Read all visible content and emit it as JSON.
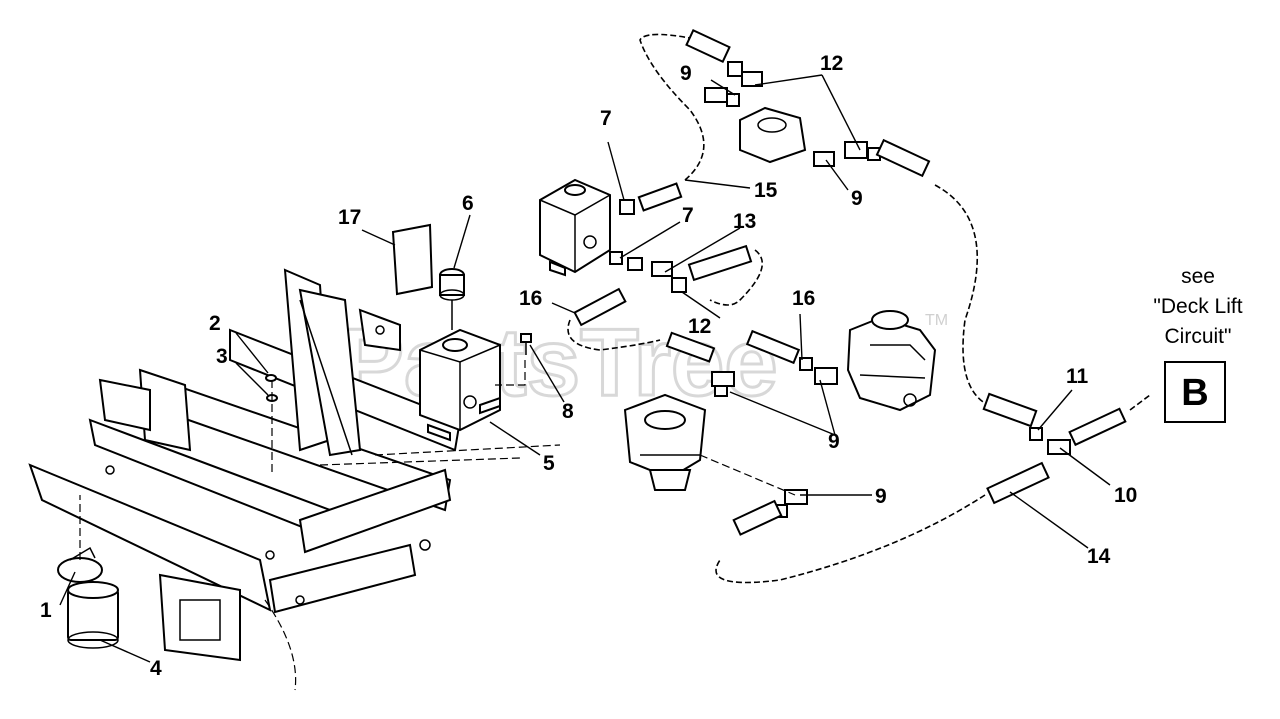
{
  "watermark": {
    "text": "PartsTree",
    "tm": "TM"
  },
  "callouts": {
    "c1": "1",
    "c2": "2",
    "c3": "3",
    "c4": "4",
    "c5": "5",
    "c6": "6",
    "c7a": "7",
    "c7b": "7",
    "c8": "8",
    "c9a": "9",
    "c9b": "9",
    "c9c": "9",
    "c9d": "9",
    "c10": "10",
    "c11": "11",
    "c12a": "12",
    "c12b": "12",
    "c13": "13",
    "c14": "14",
    "c15": "15",
    "c16a": "16",
    "c16b": "16",
    "c17": "17"
  },
  "reference_note": {
    "line1": "see",
    "line2": "\"Deck Lift",
    "line3": "Circuit\"",
    "box_letter": "B"
  }
}
